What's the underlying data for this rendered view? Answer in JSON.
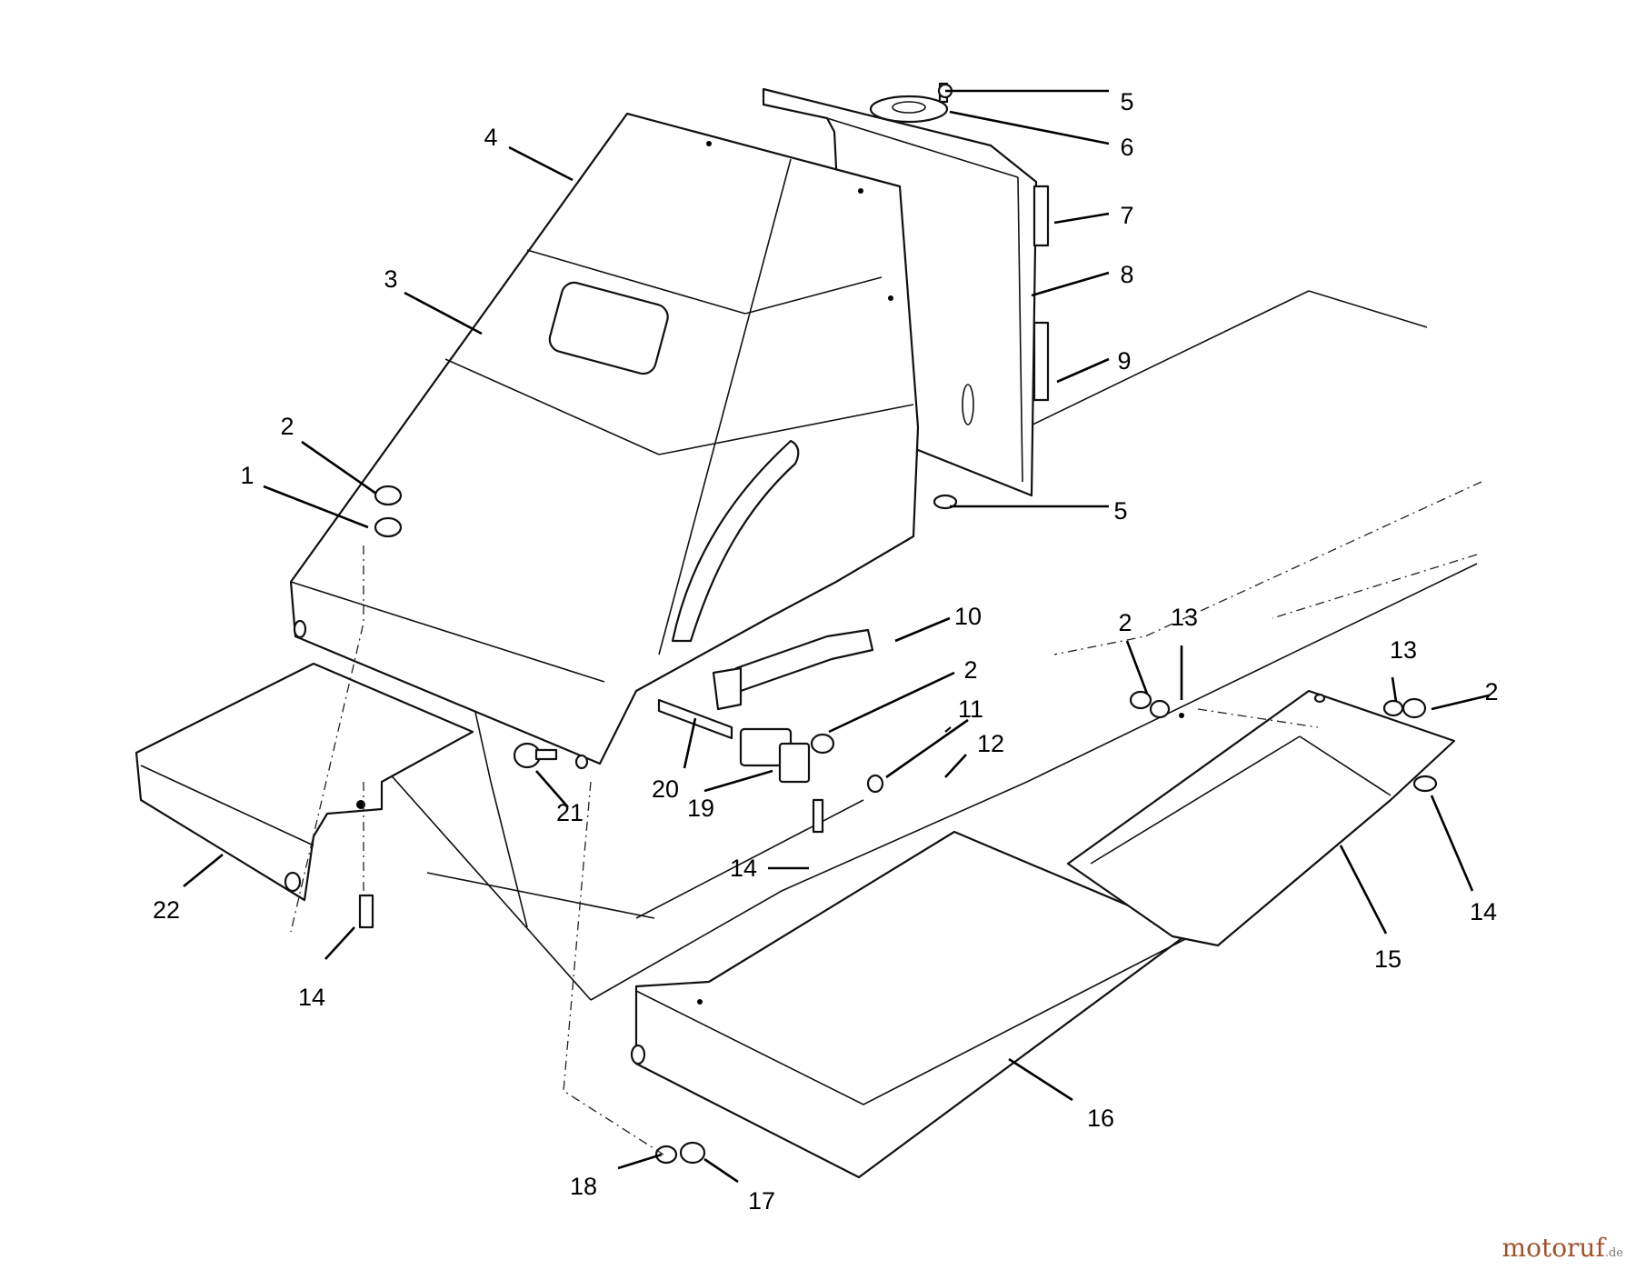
{
  "callouts": [
    "1",
    "2",
    "3",
    "4",
    "5",
    "5",
    "6",
    "7",
    "8",
    "9",
    "10",
    "2",
    "11",
    "12",
    "19",
    "20",
    "21",
    "14",
    "22",
    "14",
    "2",
    "13",
    "13",
    "2",
    "14",
    "15",
    "16",
    "18",
    "17"
  ],
  "watermark": {
    "brand": "motoruf",
    "tld": ".de",
    "color": "#a0522d"
  }
}
